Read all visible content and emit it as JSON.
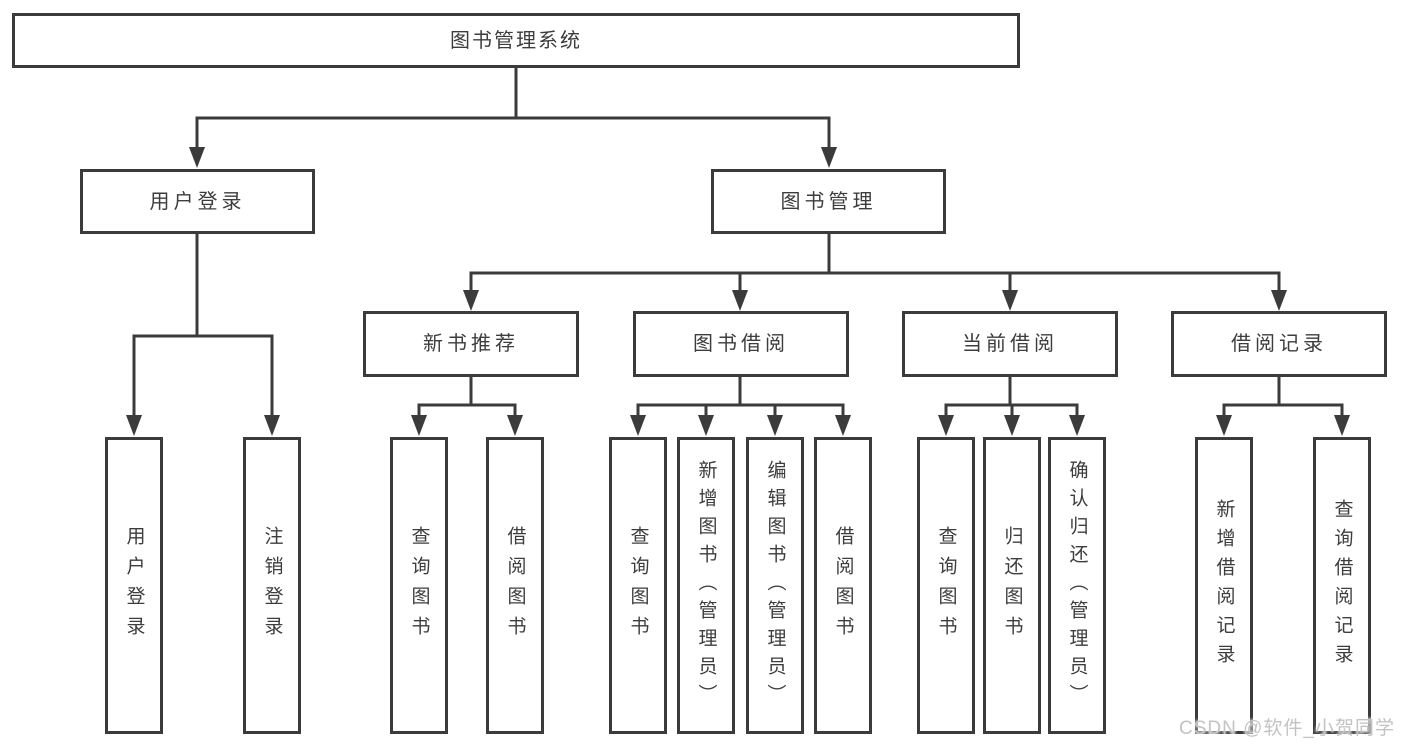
{
  "tree": {
    "root": "图书管理系统",
    "branches": [
      {
        "label": "用户登录",
        "children": [
          "用户登录",
          "注销登录"
        ]
      },
      {
        "label": "图书管理",
        "groups": [
          {
            "label": "新书推荐",
            "children": [
              "查询图书",
              "借阅图书"
            ]
          },
          {
            "label": "图书借阅",
            "children": [
              "查询图书",
              "新增图书（管理员）",
              "编辑图书（管理员）",
              "借阅图书"
            ]
          },
          {
            "label": "当前借阅",
            "children": [
              "查询图书",
              "归还图书",
              "确认归还（管理员）"
            ]
          },
          {
            "label": "借阅记录",
            "children": [
              "新增借阅记录",
              "查询借阅记录"
            ]
          }
        ]
      }
    ]
  },
  "watermark": {
    "text": "CSDN @软件_小贺同学"
  },
  "colors": {
    "line": "#3b3b3b",
    "text": "#3d3d3d",
    "background": "#ffffff",
    "watermark": "#c3c3c3"
  }
}
